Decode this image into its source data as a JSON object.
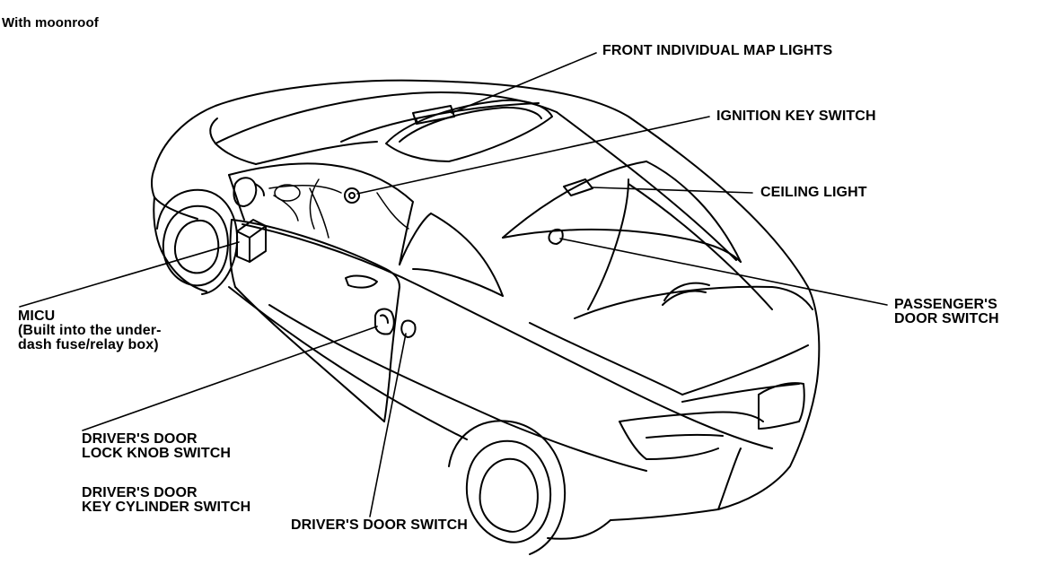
{
  "diagram": {
    "title": "With moonroof",
    "labels": {
      "front_map_lights": "FRONT INDIVIDUAL MAP LIGHTS",
      "ignition_key_switch": "IGNITION KEY SWITCH",
      "ceiling_light": "CEILING LIGHT",
      "passengers_door_switch": [
        "PASSENGER'S",
        "DOOR SWITCH"
      ],
      "micu": [
        "MICU",
        "(Built into the under-",
        "dash fuse/relay box)"
      ],
      "drivers_door_lock_knob_switch": [
        "DRIVER'S DOOR",
        "LOCK KNOB SWITCH"
      ],
      "drivers_door_key_cylinder_switch": [
        "DRIVER'S DOOR",
        "KEY CYLINDER SWITCH"
      ],
      "drivers_door_switch": "DRIVER'S DOOR SWITCH"
    }
  }
}
